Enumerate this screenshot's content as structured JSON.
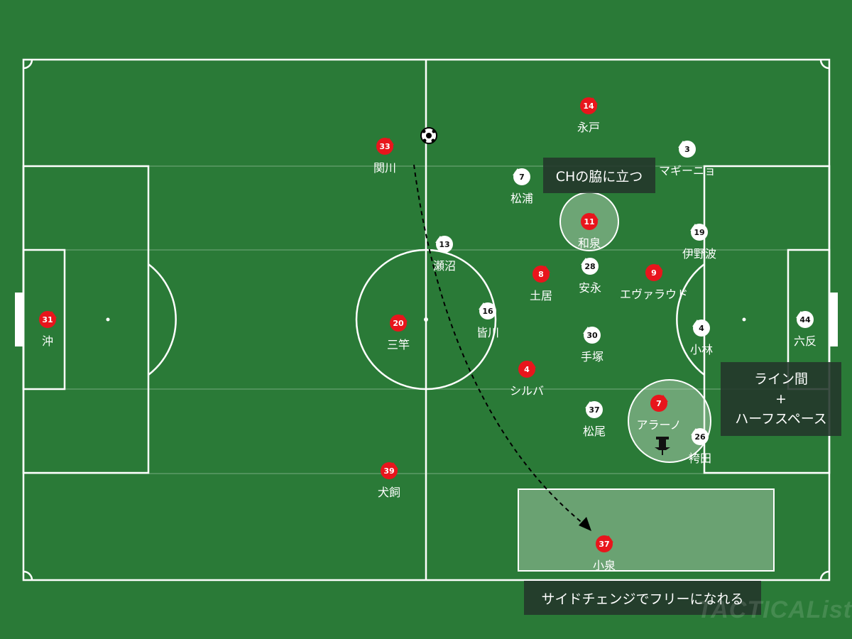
{
  "notes": {
    "ch_side": "CHの脇に立つ",
    "between_lines": [
      "ライン間",
      "+",
      "ハーフスペース"
    ],
    "side_change": "サイドチェンジでフリーになれる"
  },
  "watermark": "TACTICALista",
  "colors": {
    "pitch": "#2a7a37",
    "team_red": "#e8151c",
    "team_white": "#ffffff",
    "line": "#ffffff"
  },
  "red_players": [
    {
      "id": "red-31",
      "number": "31",
      "name": "沖"
    },
    {
      "id": "red-33",
      "number": "33",
      "name": "関川"
    },
    {
      "id": "red-20",
      "number": "20",
      "name": "三竿"
    },
    {
      "id": "red-39",
      "number": "39",
      "name": "犬飼"
    },
    {
      "id": "red-14",
      "number": "14",
      "name": "永戸"
    },
    {
      "id": "red-11",
      "number": "11",
      "name": "和泉"
    },
    {
      "id": "red-8",
      "number": "8",
      "name": "土居"
    },
    {
      "id": "red-9",
      "number": "9",
      "name": "エヴァラウド"
    },
    {
      "id": "red-4",
      "number": "4",
      "name": "シルバ"
    },
    {
      "id": "red-7",
      "number": "7",
      "name": "アラーノ"
    },
    {
      "id": "red-37",
      "number": "37",
      "name": "小泉"
    }
  ],
  "white_players": [
    {
      "id": "white-3",
      "number": "3",
      "name": "マギーニョ"
    },
    {
      "id": "white-7",
      "number": "7",
      "name": "松浦"
    },
    {
      "id": "white-13",
      "number": "13",
      "name": "瀬沼"
    },
    {
      "id": "white-19",
      "number": "19",
      "name": "伊野波"
    },
    {
      "id": "white-28",
      "number": "28",
      "name": "安永"
    },
    {
      "id": "white-16",
      "number": "16",
      "name": "皆川"
    },
    {
      "id": "white-30",
      "number": "30",
      "name": "手塚"
    },
    {
      "id": "white-4",
      "number": "4",
      "name": "小林"
    },
    {
      "id": "white-44",
      "number": "44",
      "name": "六反"
    },
    {
      "id": "white-37",
      "number": "37",
      "name": "松尾"
    },
    {
      "id": "white-26",
      "number": "26",
      "name": "袴田"
    }
  ]
}
